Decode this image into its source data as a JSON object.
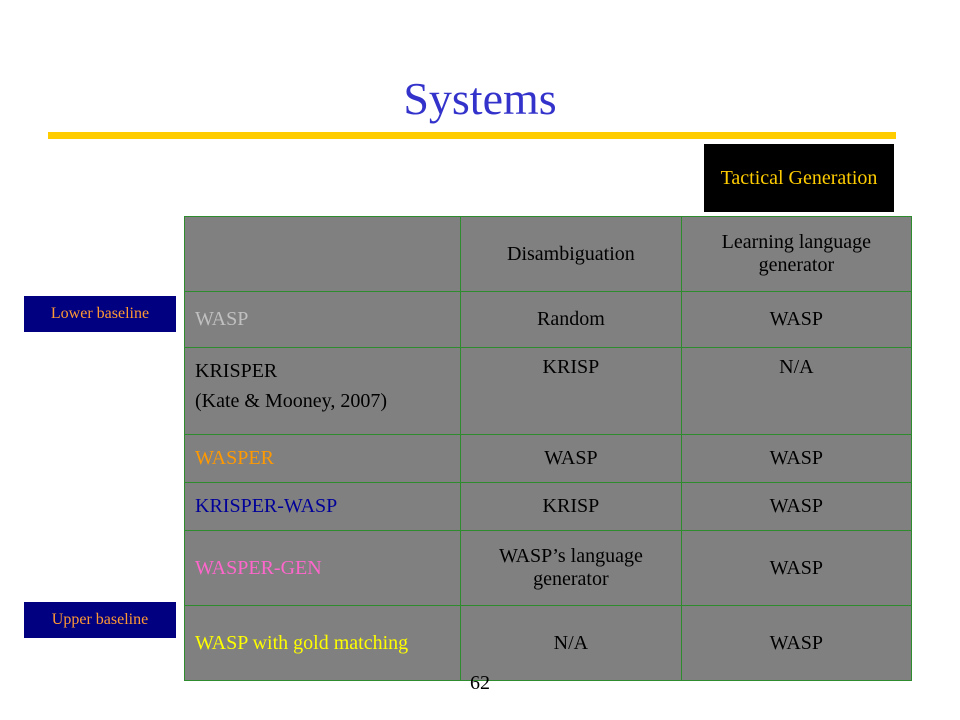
{
  "title": "Systems",
  "tactical_tag": "Tactical Generation",
  "lower_baseline": "Lower baseline",
  "upper_baseline": "Upper baseline",
  "table": {
    "header": [
      "",
      "Disambiguation",
      "Learning language generator"
    ],
    "rows": [
      {
        "system": "WASP",
        "system_color": "#c0c0c0",
        "disambiguation": "Random",
        "generator": "WASP"
      },
      {
        "system_line1": "KRISPER",
        "system_line2": "(Kate & Mooney, 2007)",
        "system_color": "#000000",
        "disambiguation": "KRISP",
        "generator": "N/A"
      },
      {
        "system": "WASPER",
        "system_color": "#ff9900",
        "disambiguation": "WASP",
        "generator": "WASP"
      },
      {
        "system": "KRISPER-WASP",
        "system_color": "#000099",
        "disambiguation": "KRISP",
        "generator": "WASP"
      },
      {
        "system": "WASPER-GEN",
        "system_color": "#ff66cc",
        "disambiguation": "WASP’s language generator",
        "generator": "WASP"
      },
      {
        "system": "WASP with gold matching",
        "system_color": "#ffff00",
        "disambiguation": "N/A",
        "generator": "WASP"
      }
    ]
  },
  "page_number": "62",
  "colors": {
    "title": "#3333cc",
    "rule": "#ffcc00",
    "table_bg": "#808080",
    "border": "#2e8b2e"
  }
}
